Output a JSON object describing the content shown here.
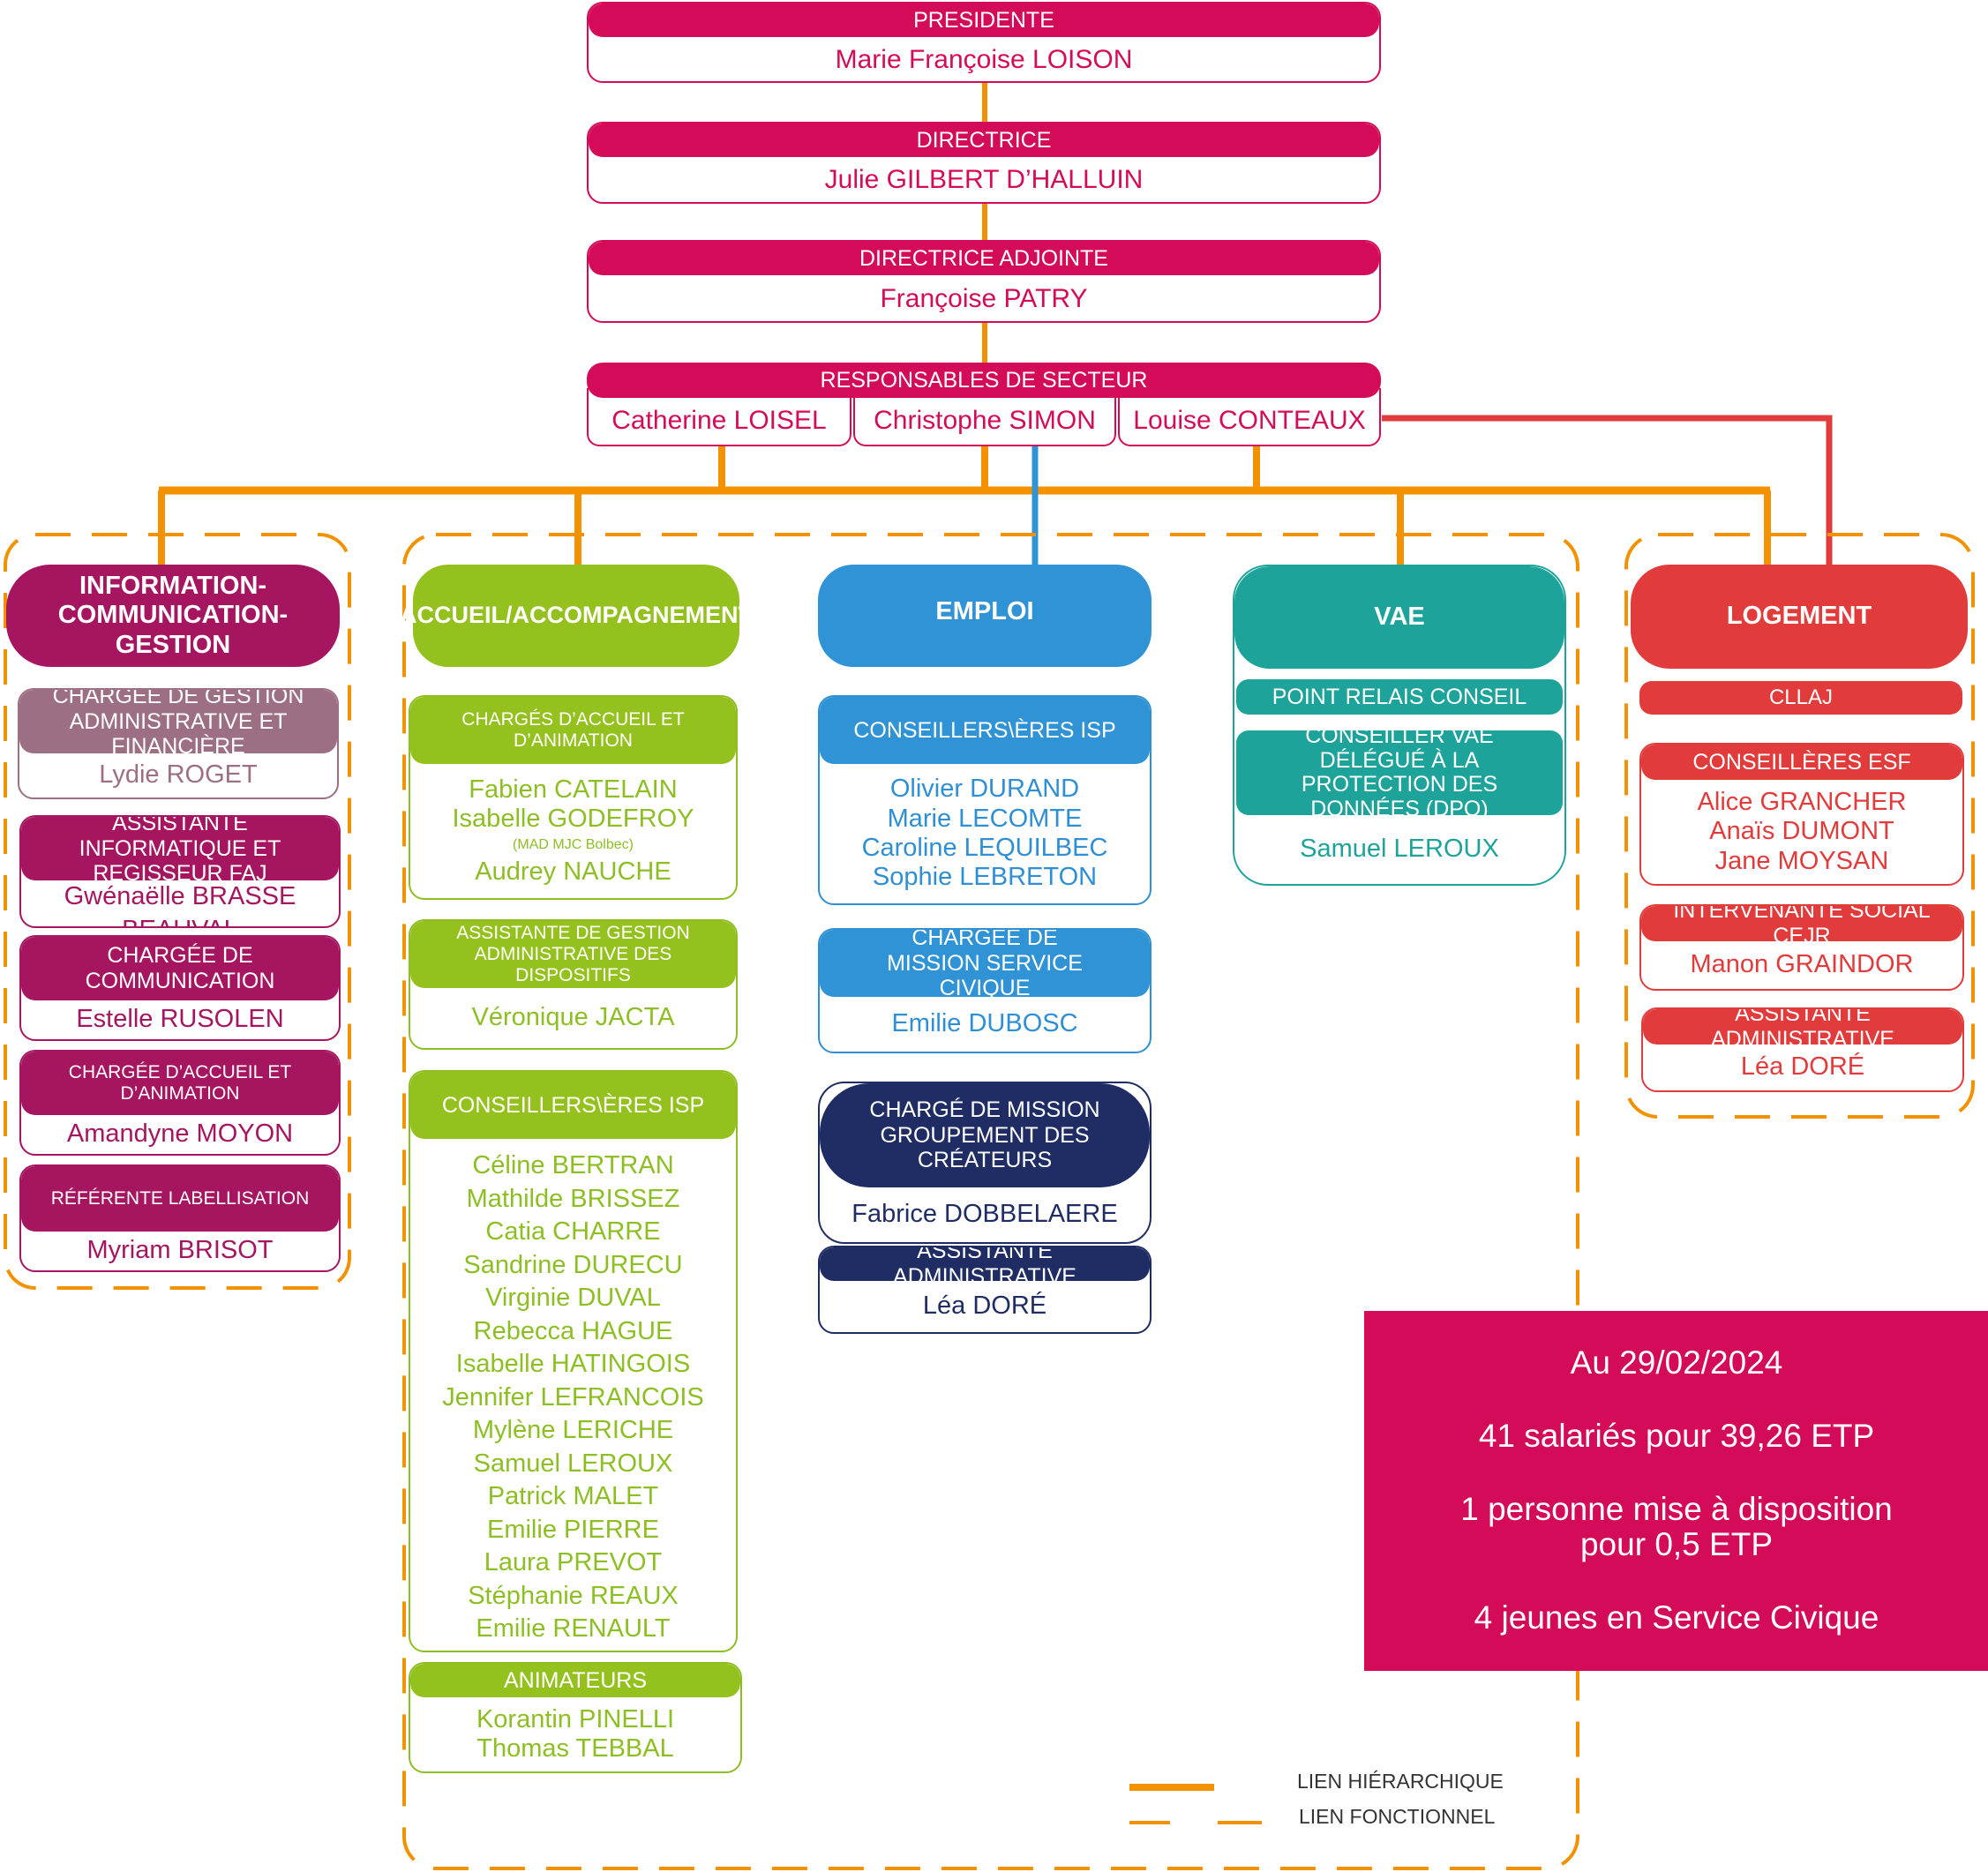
{
  "top": {
    "president": {
      "title": "PRESIDENTE",
      "name": "Marie Françoise LOISON"
    },
    "directrice": {
      "title": "DIRECTRICE",
      "name": "Julie GILBERT D’HALLUIN"
    },
    "adjointe": {
      "title": "DIRECTRICE ADJOINTE",
      "name": "Françoise PATRY"
    },
    "secteur": {
      "title": "RESPONSABLES DE SECTEUR",
      "names": [
        "Catherine LOISEL",
        "Christophe SIMON",
        "Louise CONTEAUX"
      ]
    }
  },
  "poles": {
    "info": {
      "title": "INFORMATION-COMMUNICATION-GESTION",
      "cards": [
        {
          "title": "CHARGÉE DE GESTION ADMINISTRATIVE ET FINANCIÈRE",
          "names": [
            "Lydie ROGET"
          ]
        },
        {
          "title": "ASSISTANTE  INFORMATIQUE ET REGISSEUR FAJ",
          "names": [
            "Gwénaëlle BRASSE BEAUVAL"
          ]
        },
        {
          "title": "CHARGÉE DE COMMUNICATION",
          "names": [
            "Estelle RUSOLEN"
          ]
        },
        {
          "title": "CHARGÉE D’ACCUEIL ET D’ANIMATION",
          "names": [
            "Amandyne MOYON"
          ]
        },
        {
          "title": "RÉFÉRENTE LABELLISATION",
          "names": [
            "Myriam BRISOT"
          ]
        }
      ]
    },
    "accueil": {
      "title": "ACCUEIL/ACCOMPAGNEMENT",
      "c1": {
        "title": "CHARGÉS D’ACCUEIL ET D’ANIMATION",
        "names": [
          "Fabien CATELAIN",
          "Isabelle GODEFROY"
        ],
        "note": "(MAD MJC Bolbec)",
        "last": "Audrey NAUCHE"
      },
      "c2": {
        "title": "ASSISTANTE DE GESTION ADMINISTRATIVE DES DISPOSITIFS",
        "names": [
          "Véronique JACTA"
        ]
      },
      "c3": {
        "title": "CONSEILLERS\\ÈRES ISP",
        "names": [
          "Céline BERTRAN",
          "Mathilde BRISSEZ",
          "Catia CHARRE",
          "Sandrine DURECU",
          "Virginie DUVAL",
          "Rebecca HAGUE",
          "Isabelle HATINGOIS",
          "Jennifer LEFRANCOIS",
          "Mylène LERICHE",
          "Samuel LEROUX",
          "Patrick MALET",
          "Emilie PIERRE",
          "Laura PREVOT",
          "Stéphanie REAUX",
          "Emilie RENAULT"
        ]
      },
      "c4": {
        "title": "ANIMATEURS",
        "names": [
          "Korantin PINELLI",
          "Thomas TEBBAL"
        ]
      }
    },
    "emploi": {
      "title": "EMPLOI",
      "c1": {
        "title": "CONSEILLERS\\ÈRES ISP",
        "names": [
          "Olivier DURAND",
          "Marie LECOMTE",
          "Caroline LEQUILBEC",
          "Sophie LEBRETON"
        ]
      },
      "c2": {
        "title": "CHARGÉE DE MISSION SERVICE CIVIQUE",
        "names": [
          "Emilie DUBOSC"
        ]
      },
      "c3": {
        "title": "CHARGÉ DE MISSION GROUPEMENT DES CRÉATEURS",
        "names": [
          "Fabrice DOBBELAERE"
        ]
      },
      "c4": {
        "title": "ASSISTANTE ADMINISTRATIVE",
        "names": [
          "Léa DORÉ"
        ]
      }
    },
    "vae": {
      "title": "VAE",
      "relais": "POINT RELAIS CONSEIL",
      "c1": {
        "title": "CONSEILLER VAE DÉLÉGUÉ À LA PROTECTION DES DONNÉES  (DPO)",
        "names": [
          "Samuel LEROUX"
        ]
      }
    },
    "logement": {
      "title": "LOGEMENT",
      "cllaj": "CLLAJ",
      "c1": {
        "title": "CONSEILLÈRES ESF",
        "names": [
          "Alice GRANCHER",
          "Anaïs DUMONT",
          "Jane MOYSAN"
        ]
      },
      "c2": {
        "title": "INTERVENANTE SOCIAL CEJR",
        "names": [
          "Manon GRAINDOR"
        ]
      },
      "c3": {
        "title": "ASSISTANTE ADMINISTRATIVE",
        "names": [
          "Léa DORÉ"
        ]
      }
    }
  },
  "summary": {
    "date": "Au 29/02/2024",
    "salaries": "41 salariés pour  39,26 ETP",
    "mad_line1": "1 personne mise à disposition",
    "mad_line2": "pour  0,5 ETP",
    "civique": "4 jeunes en Service Civique"
  },
  "legend": {
    "hier": "LIEN HIÉRARCHIQUE",
    "fonc": "LIEN FONCTIONNEL"
  },
  "colors": {
    "orange": "#f39200",
    "pink": "#d40b59",
    "magenta": "#a6155f",
    "green": "#95c11f",
    "blue": "#3093d5",
    "navy": "#1f2d64",
    "teal": "#1ea39b",
    "red": "#e23b3b"
  }
}
